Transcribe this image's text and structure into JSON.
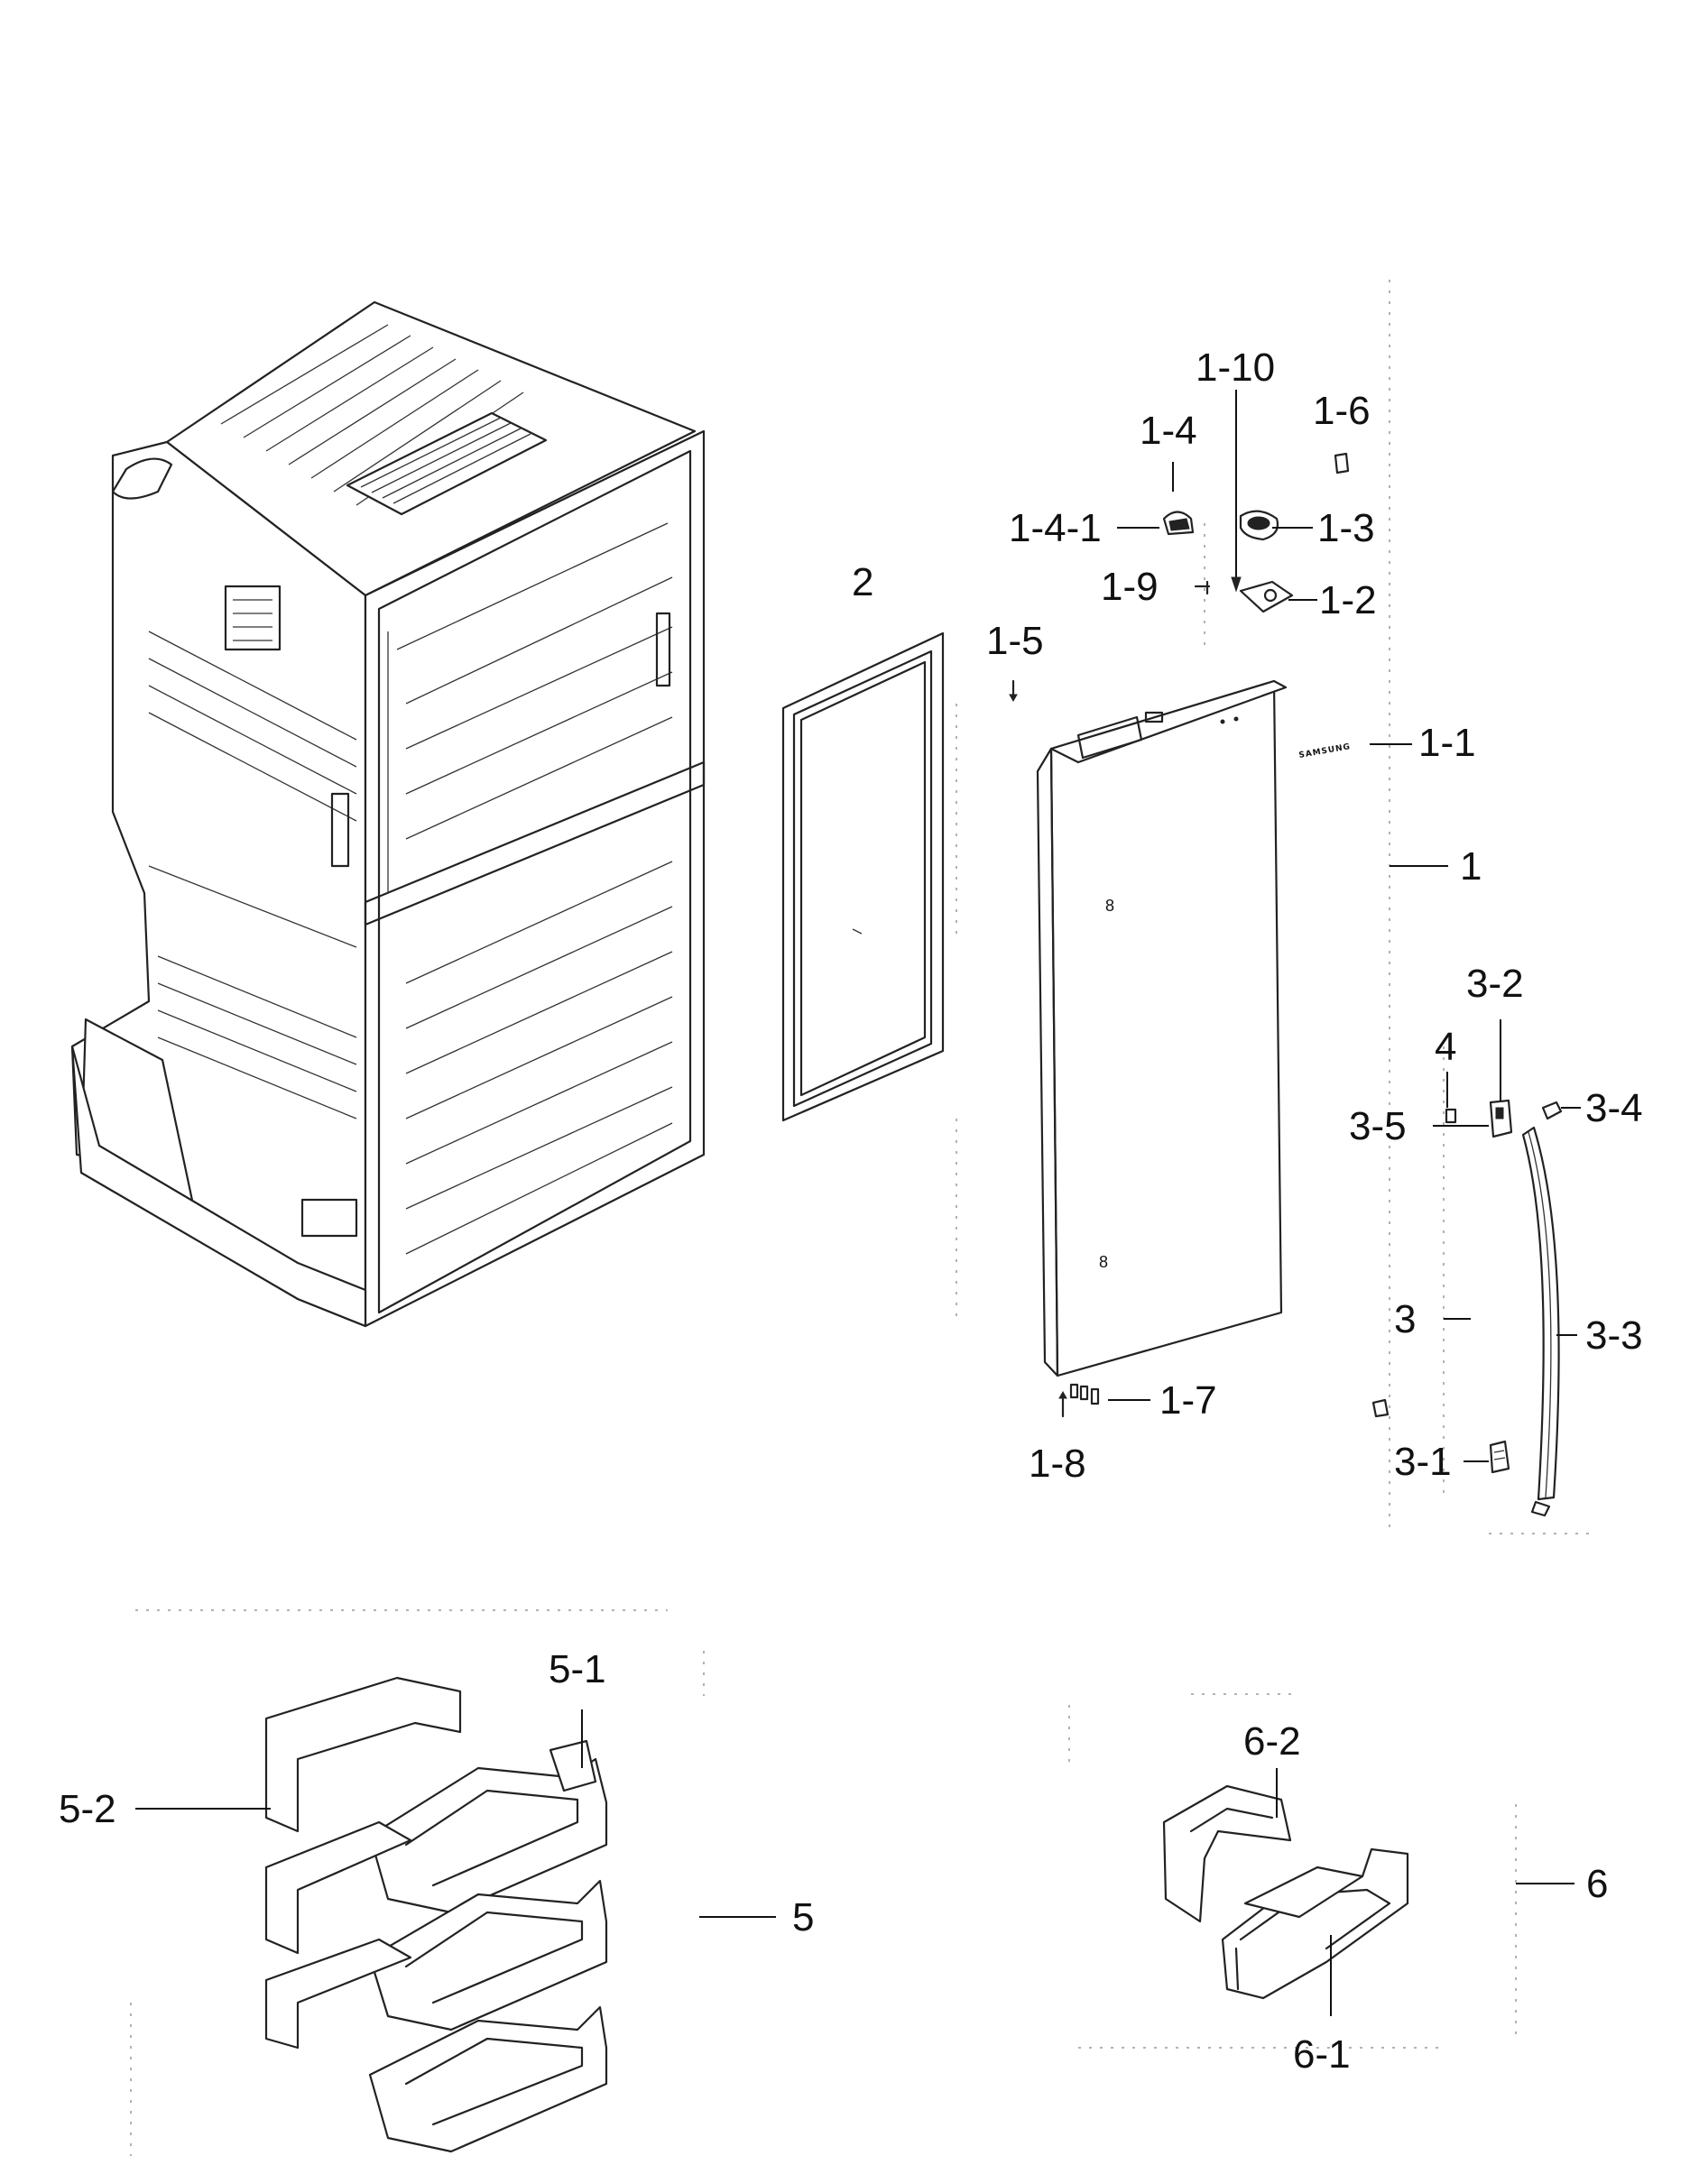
{
  "callouts": {
    "c1": "1",
    "c1_1": "1-1",
    "c1_2": "1-2",
    "c1_3": "1-3",
    "c1_4": "1-4",
    "c1_4_1": "1-4-1",
    "c1_5": "1-5",
    "c1_6": "1-6",
    "c1_7": "1-7",
    "c1_8": "1-8",
    "c1_9": "1-9",
    "c1_10": "1-10",
    "c2": "2",
    "c3": "3",
    "c3_1": "3-1",
    "c3_2": "3-2",
    "c3_3": "3-3",
    "c3_4": "3-4",
    "c3_5": "3-5",
    "c4": "4",
    "c5": "5",
    "c5_1": "5-1",
    "c5_2": "5-2",
    "c6": "6",
    "c6_1": "6-1",
    "c6_2": "6-2"
  },
  "door_logo": "SAMSUNG"
}
